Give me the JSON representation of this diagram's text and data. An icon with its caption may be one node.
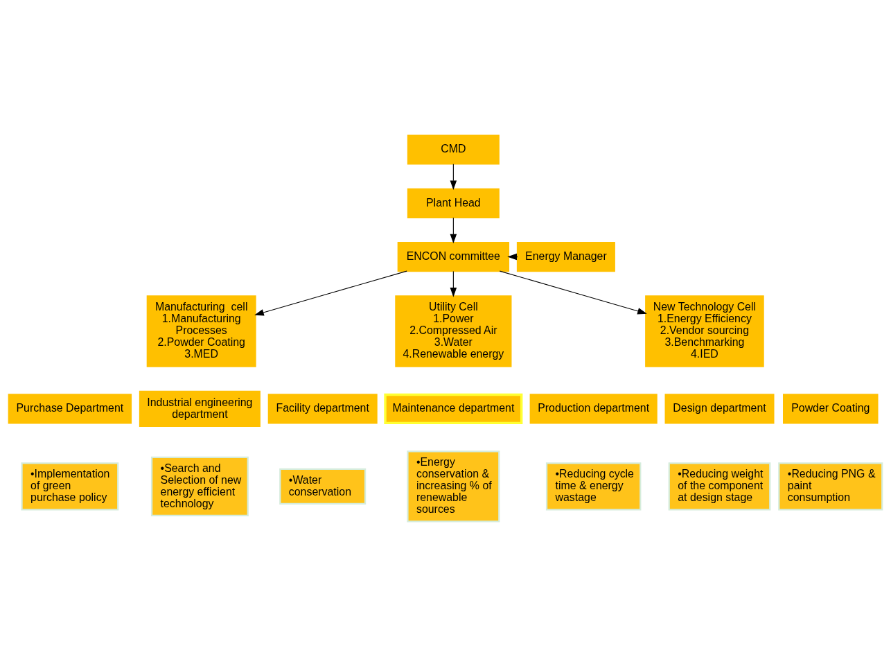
{
  "diagram": {
    "nodes": [
      {
        "text": [
          "CMD"
        ]
      },
      {
        "text": [
          "Plant Head"
        ]
      },
      {
        "text": [
          "ENCON committee"
        ]
      },
      {
        "text": [
          "Energy Manager"
        ]
      },
      {
        "text": [
          "Manufacturing  cell",
          "1.Manufacturing Processes",
          "2.Powder Coating",
          "3.MED"
        ]
      },
      {
        "text": [
          "Utility Cell",
          "1.Power",
          "2.Compressed Air",
          "3.Water",
          "4.Renewable energy"
        ]
      },
      {
        "text": [
          "New Technology Cell",
          "1.Energy Efficiency",
          "2.Vendor sourcing",
          "3.Benchmarking",
          "4.IED"
        ]
      },
      {
        "text": [
          "Purchase Department"
        ]
      },
      {
        "text": [
          "Industrial engineering department"
        ]
      },
      {
        "text": [
          "Facility department"
        ]
      },
      {
        "text": [
          "Maintenance department"
        ]
      },
      {
        "text": [
          "Production department"
        ]
      },
      {
        "text": [
          "Design department"
        ]
      },
      {
        "text": [
          "Powder Coating"
        ]
      },
      {
        "text": [
          "•Implementation of green purchase policy"
        ]
      },
      {
        "text": [
          "•Search and Selection of new energy efficient technology"
        ]
      },
      {
        "text": [
          "•Water conservation"
        ]
      },
      {
        "text": [
          "•Energy conservation & increasing % of renewable sources"
        ]
      },
      {
        "text": [
          "•Reducing cycle time & energy wastage"
        ]
      },
      {
        "text": [
          "•Reducing weight of the component at design stage"
        ]
      },
      {
        "text": [
          "•Reducing PNG & paint consumption"
        ]
      }
    ],
    "edges": [
      {
        "from": 0,
        "to": 1,
        "arrow": "to"
      },
      {
        "from": 1,
        "to": 2,
        "arrow": "to"
      },
      {
        "from": 3,
        "to": 2,
        "arrow": "to"
      },
      {
        "from": 2,
        "to": 4,
        "arrow": "to"
      },
      {
        "from": 2,
        "to": 5,
        "arrow": "to"
      },
      {
        "from": 2,
        "to": 6,
        "arrow": "to"
      }
    ]
  }
}
